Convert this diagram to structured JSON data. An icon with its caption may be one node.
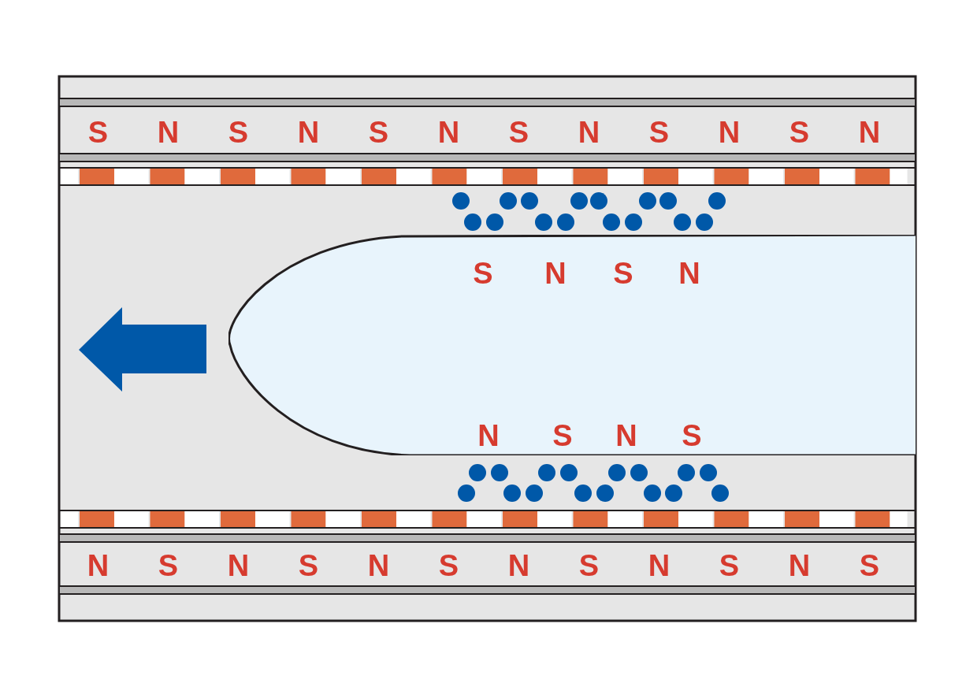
{
  "diagram": {
    "nodes": [
      {
        "text": [
          "S",
          "N",
          "S",
          "N",
          "S",
          "N",
          "S",
          "N",
          "S",
          "N",
          "S",
          "N"
        ]
      },
      {
        "text": [
          "S",
          "N",
          "S",
          "N",
          "N",
          "S",
          "N",
          "S"
        ]
      },
      {
        "text": [
          "N",
          "S",
          "N",
          "S",
          "N",
          "S",
          "N",
          "S",
          "N",
          "S",
          "N",
          "S"
        ]
      }
    ]
  }
}
